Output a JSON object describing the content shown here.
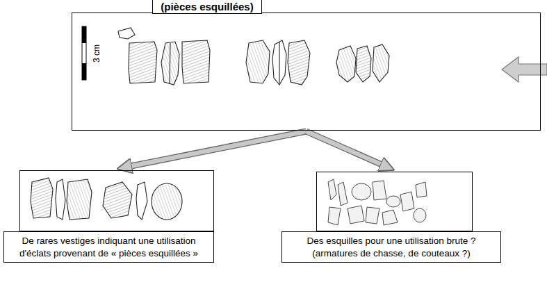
{
  "diagram": {
    "nodes": [
      {
        "text": [
          "(pièces esquillées)"
        ]
      },
      {
        "text": [
          "De rares vestiges indiquant une utilisation d'éclats provenant de « pièces esquillées »"
        ]
      },
      {
        "text": [
          "Des esquilles pour une utilisation brute ? (armatures de chasse, de couteaux ?)"
        ]
      }
    ],
    "edges": [
      {
        "from": 0,
        "to": 1,
        "arrow": "to"
      },
      {
        "from": 0,
        "to": 2,
        "arrow": "to"
      }
    ],
    "labels": [
      "3 cm"
    ]
  }
}
